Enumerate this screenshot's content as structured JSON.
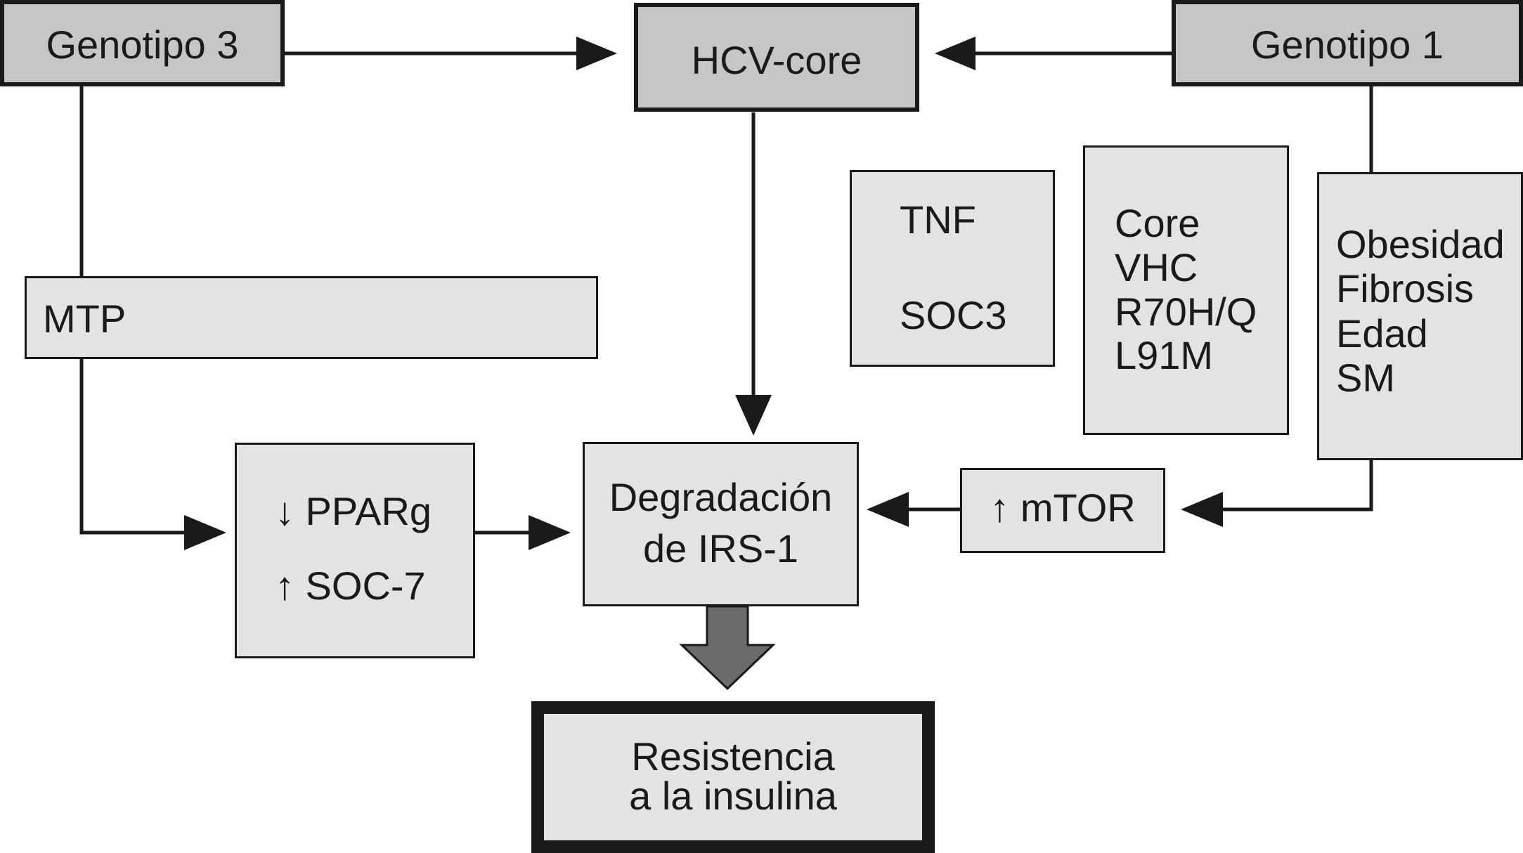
{
  "nodes": {
    "genotipo3": "Genotipo 3",
    "hcv_core": "HCV-core",
    "genotipo1": "Genotipo 1",
    "mtp": "MTP",
    "tnf_box": {
      "line1": "TNF",
      "line2": "SOC3"
    },
    "core_box": {
      "line1": "Core",
      "line2": "VHC",
      "line3": "R70H/Q",
      "line4": "L91M"
    },
    "factors_box": {
      "line1": "Obesidad",
      "line2": "Fibrosis",
      "line3": "Edad",
      "line4": "SM"
    },
    "ppar_box": {
      "line1": "↓ PPARg",
      "line2": "↑ SOC-7"
    },
    "degradacion": {
      "line1": "Degradación",
      "line2": "de IRS-1"
    },
    "mtor": "↑ mTOR",
    "resistencia": {
      "line1": "Resistencia",
      "line2": "a la insulina"
    }
  },
  "colors": {
    "dark_box": "#c6c6c6",
    "light_box": "#e3e3e3",
    "line": "#1a1a1a",
    "big_arrow": "#6b6b6b"
  }
}
